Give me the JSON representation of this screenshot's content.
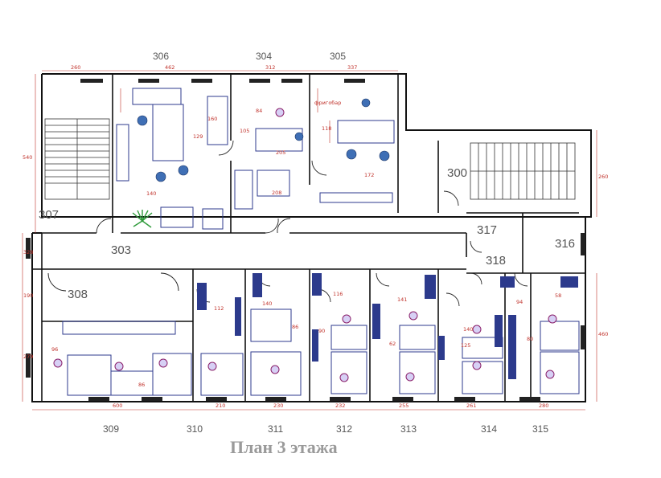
{
  "title": "План 3 этажа",
  "rooms": {
    "r306": "306",
    "r304": "304",
    "r305": "305",
    "r307": "307",
    "r303": "303",
    "r300": "300",
    "r317": "317",
    "r316": "316",
    "r318": "318",
    "r308": "308",
    "r309": "309",
    "r310": "310",
    "r311": "311",
    "r312": "312",
    "r313": "313",
    "r314": "314",
    "r315": "315"
  },
  "dims": {
    "top_260": "260",
    "top_462": "462",
    "top_312": "312",
    "top_337": "337",
    "left_540": "540",
    "left_328": "328",
    "left_190": "190",
    "left_279": "279",
    "right_260": "260",
    "right_460": "460",
    "bot_600": "600",
    "bot_210": "210",
    "bot_230": "230",
    "bot_232": "232",
    "bot_255": "255",
    "bot_261": "261",
    "bot_280": "280",
    "d160": "160",
    "d129": "129",
    "d140a": "140",
    "d105": "105",
    "d84": "84",
    "d205": "205",
    "d208": "208",
    "d118": "118",
    "d172": "172",
    "d112": "112",
    "d116": "116",
    "d141": "141",
    "d140b": "140",
    "d86a": "86",
    "d90": "90",
    "d62": "62",
    "d94": "94",
    "d58": "58",
    "d96": "96",
    "d86b": "86",
    "d80": "80",
    "d140c": "140",
    "d125": "125"
  },
  "notes": {
    "fridge": "фригобар"
  },
  "colors": {
    "wall": "#111111",
    "dimension": "#c0322b",
    "furniture": "#2c3a8c",
    "chair": "#3f6fb5",
    "plant": "#2e9a3a",
    "room_label": "#555555"
  },
  "icons": [
    "staircase-icon",
    "chair-icon",
    "plant-icon",
    "door-swing-icon"
  ]
}
